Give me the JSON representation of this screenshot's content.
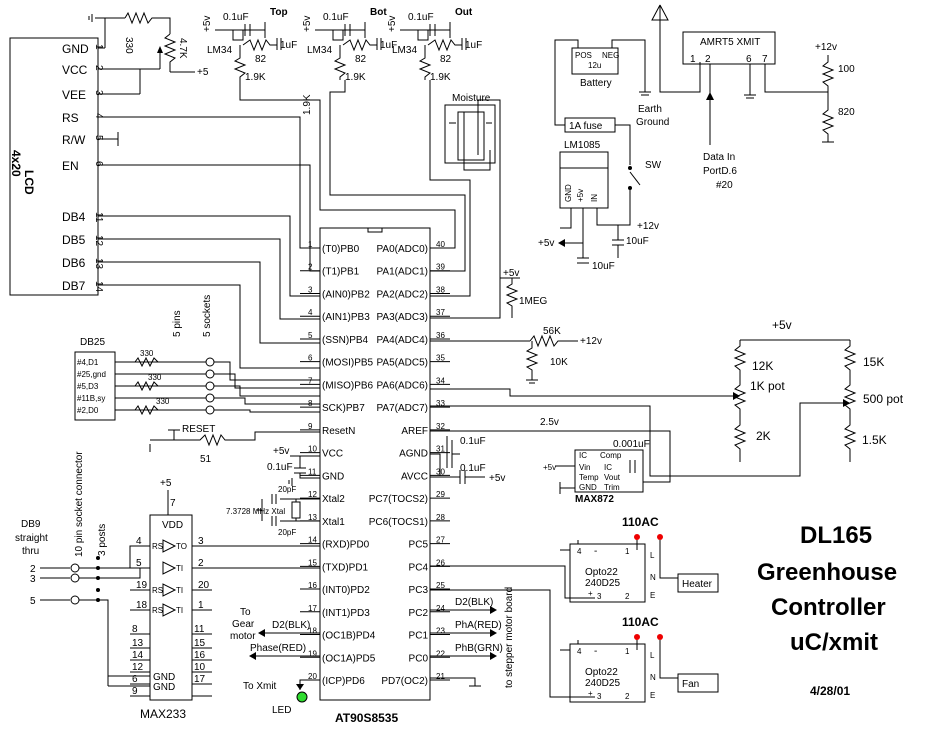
{
  "title": {
    "line1": "DL165",
    "line2": "Greenhouse",
    "line3": "Controller",
    "line4": "uC/xmit",
    "date": "4/28/01"
  },
  "lcd": {
    "name": "LCD",
    "size": "4x20",
    "pins": [
      {
        "label": "GND",
        "num": "1"
      },
      {
        "label": "VCC",
        "num": "2"
      },
      {
        "label": "VEE",
        "num": "3"
      },
      {
        "label": "RS",
        "num": "4"
      },
      {
        "label": "R/W",
        "num": "5"
      },
      {
        "label": "EN",
        "num": "6"
      },
      {
        "label": "DB4",
        "num": "11"
      },
      {
        "label": "DB5",
        "num": "12"
      },
      {
        "label": "DB6",
        "num": "13"
      },
      {
        "label": "DB7",
        "num": "14"
      }
    ]
  },
  "lcd_parts": {
    "r330": "330",
    "pot": "4.7K",
    "plus5": "+5"
  },
  "mcu": {
    "name": "AT90S8535",
    "left": [
      {
        "num": "1",
        "label": "(T0)PB0"
      },
      {
        "num": "2",
        "label": "(T1)PB1"
      },
      {
        "num": "3",
        "label": "(AIN0)PB2"
      },
      {
        "num": "4",
        "label": "(AIN1)PB3"
      },
      {
        "num": "5",
        "label": "(SSN)PB4"
      },
      {
        "num": "6",
        "label": "(MOSI)PB5"
      },
      {
        "num": "7",
        "label": "(MISO)PB6"
      },
      {
        "num": "8",
        "label": "SCK)PB7"
      },
      {
        "num": "9",
        "label": "ResetN"
      },
      {
        "num": "10",
        "label": "VCC"
      },
      {
        "num": "11",
        "label": "GND"
      },
      {
        "num": "12",
        "label": "Xtal2"
      },
      {
        "num": "13",
        "label": "Xtal1"
      },
      {
        "num": "14",
        "label": "(RXD)PD0"
      },
      {
        "num": "15",
        "label": "(TXD)PD1"
      },
      {
        "num": "16",
        "label": "(INT0)PD2"
      },
      {
        "num": "17",
        "label": "(INT1)PD3"
      },
      {
        "num": "18",
        "label": "(OC1B)PD4"
      },
      {
        "num": "19",
        "label": "(OC1A)PD5"
      },
      {
        "num": "20",
        "label": "(ICP)PD6"
      }
    ],
    "right": [
      {
        "num": "40",
        "label": "PA0(ADC0)"
      },
      {
        "num": "39",
        "label": "PA1(ADC1)"
      },
      {
        "num": "38",
        "label": "PA2(ADC2)"
      },
      {
        "num": "37",
        "label": "PA3(ADC3)"
      },
      {
        "num": "36",
        "label": "PA4(ADC4)"
      },
      {
        "num": "35",
        "label": "PA5(ADC5)"
      },
      {
        "num": "34",
        "label": "PA6(ADC6)"
      },
      {
        "num": "33",
        "label": "PA7(ADC7)"
      },
      {
        "num": "32",
        "label": "AREF"
      },
      {
        "num": "31",
        "label": "AGND"
      },
      {
        "num": "30",
        "label": "AVCC"
      },
      {
        "num": "29",
        "label": "PC7(TOCS2)"
      },
      {
        "num": "28",
        "label": "PC6(TOCS1)"
      },
      {
        "num": "27",
        "label": "PC5"
      },
      {
        "num": "26",
        "label": "PC4"
      },
      {
        "num": "25",
        "label": "PC3"
      },
      {
        "num": "24",
        "label": "PC2"
      },
      {
        "num": "23",
        "label": "PC1"
      },
      {
        "num": "22",
        "label": "PC0"
      },
      {
        "num": "21",
        "label": "PD7(OC2)"
      }
    ]
  },
  "sensors": [
    {
      "name": "Top",
      "cap": "0.1uF",
      "cap2": "1uF",
      "chip": "LM34",
      "r1": "82",
      "r2": "1.9K",
      "v": "+5v"
    },
    {
      "name": "Bot",
      "cap": "0.1uF",
      "cap2": "1uF",
      "chip": "LM34",
      "r1": "82",
      "r2": "1.9K",
      "v": "+5v"
    },
    {
      "name": "Out",
      "cap": "0.1uF",
      "cap2": "1uF",
      "chip": "LM34",
      "r1": "82",
      "r2": "1.9K",
      "v": "+5v"
    }
  ],
  "r19k": "1.9K",
  "moisture": {
    "label": "Moisture",
    "v": "+5v",
    "r": "1MEG"
  },
  "pa4": {
    "r1": "56K",
    "r2": "10K",
    "v": "+12v"
  },
  "pots": {
    "v": "+5v",
    "r12k": "12K",
    "pot1": "1K pot",
    "r2k": "2K",
    "r15k": "15K",
    "pot2": "500 pot",
    "r15": "1.5K"
  },
  "max872": {
    "name": "MAX872",
    "v25": "2.5v",
    "c1": "0.1uF",
    "c2": "0.1uF",
    "c3": "0.001uF",
    "v5": "+5v",
    "v5b": "+5v",
    "pins": {
      "ic1": "IC",
      "comp": "Comp",
      "vin": "Vin",
      "ic2": "IC",
      "temp": "Temp",
      "vout": "Vout",
      "gnd": "GND",
      "trim": "Trim"
    }
  },
  "vcc": {
    "v": "+5v",
    "c": "0.1uF"
  },
  "xtal": {
    "label": "7.3728 MHz Xtal",
    "c1": "20pF",
    "c2": "20pF"
  },
  "db25": {
    "name": "DB25",
    "pins": [
      "#4,D1",
      "#25,gnd",
      "#5,D3",
      "#11B,sy",
      "#2,D0"
    ],
    "r": [
      "330",
      "330",
      "330"
    ],
    "p5": "5 pins",
    "s5": "5 sockets",
    "reset": "RESET",
    "r51": "51"
  },
  "db9": {
    "l1": "DB9",
    "l2": "straight",
    "l3": "thru",
    "pins": [
      "2",
      "3",
      "5"
    ],
    "sock": "10 pin socket connector",
    "posts": "3 posts"
  },
  "max233": {
    "name": "MAX233",
    "v": "+5",
    "vdd": "VDD",
    "p7": "7",
    "gnd": "GND",
    "rows": [
      {
        "l": "4",
        "lab": "RSI",
        "lab2": "TO",
        "r": "3"
      },
      {
        "l": "5",
        "lab": "",
        "lab2": "TI",
        "r": "2"
      },
      {
        "l": "19",
        "lab": "RSO",
        "lab2": "TI",
        "r": "20"
      },
      {
        "l": "18",
        "lab": "RSO",
        "lab2": "TI",
        "r": "1"
      }
    ],
    "extra": [
      {
        "l": "8",
        "r": "11"
      },
      {
        "l": "13",
        "r": "15"
      },
      {
        "l": "14",
        "r": "16"
      },
      {
        "l": "12",
        "r": "10"
      },
      {
        "l": "6",
        "r": "17"
      },
      {
        "l": "9",
        "r": ""
      }
    ]
  },
  "motors": {
    "gear1": "To",
    "gear2": "Gear",
    "gear3": "motor",
    "d2blk": "D2(BLK)",
    "phase": "Phase(RED)",
    "xmit": "To Xmit",
    "led": "LED",
    "d2": "D2(BLK)",
    "pha": "PhA(RED)",
    "phb": "PhB(GRN)",
    "stepper": "to stepper motor board"
  },
  "opto": [
    {
      "ac": "110AC",
      "name": "Opto22",
      "part": "240D25",
      "load": "Heater",
      "l": "L",
      "n": "N",
      "e": "E",
      "p4": "4",
      "p1": "1",
      "p3": "3",
      "p2": "2",
      "plus": "+",
      "minus": "-"
    },
    {
      "ac": "110AC",
      "name": "Opto22",
      "part": "240D25",
      "load": "Fan",
      "l": "L",
      "n": "N",
      "e": "E",
      "p4": "4",
      "p1": "1",
      "p3": "3",
      "p2": "2",
      "plus": "+",
      "minus": "-"
    }
  ],
  "power": {
    "pos": "POS",
    "neg": "NEG",
    "v12": "12u",
    "batt": "Battery",
    "fuse": "1A fuse",
    "earth1": "Earth",
    "earth2": "Ground",
    "reg": "LM1085",
    "gnd": "GND",
    "p5": "+5v",
    "in": "IN",
    "sw": "SW",
    "v12b": "+12v",
    "v5": "+5v",
    "c1": "10uF",
    "c2": "10uF"
  },
  "xmit": {
    "name": "AMRT5  XMIT",
    "p1": "1",
    "p2": "2",
    "p6": "6",
    "p7": "7",
    "data1": "Data In",
    "data2": "PortD.6",
    "data3": "#20",
    "v12": "+12v",
    "r100": "100",
    "r820": "820"
  }
}
